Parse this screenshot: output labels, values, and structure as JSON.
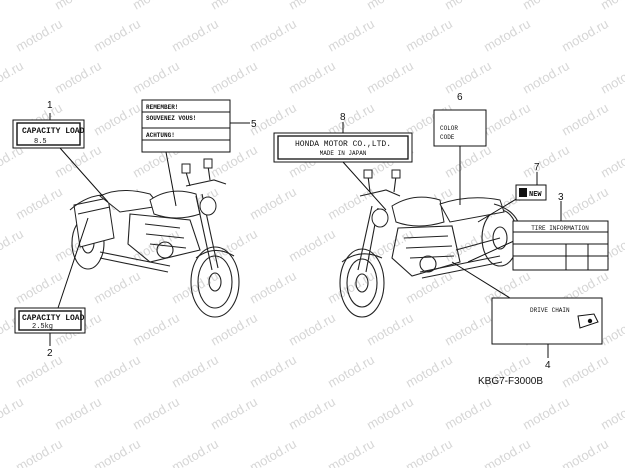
{
  "watermark": "motod.ru",
  "diagram_code": "KBG7-F3000B",
  "callouts": [
    "1",
    "2",
    "3",
    "4",
    "5",
    "6",
    "7",
    "8"
  ],
  "labels": {
    "capacity_load_1": {
      "title": "CAPACITY LOAD",
      "value": "8.5"
    },
    "capacity_load_2": {
      "title": "CAPACITY LOAD",
      "value": "2.5kg"
    },
    "caution_label": {
      "line1": "REMEMBER!",
      "line2": "SOUVENEZ VOUS!",
      "line3": "ACHTUNG!"
    },
    "honda_label": {
      "line1": "HONDA MOTOR CO.,LTD.",
      "line2": "MADE IN JAPAN"
    },
    "color_label": {
      "line1": "COLOR",
      "line2": "CODE"
    },
    "new_label": {
      "text": "NEW"
    },
    "tire_label": {
      "title": "TIRE INFORMATION"
    },
    "drive_chain_label": {
      "title": "DRIVE CHAIN"
    }
  }
}
